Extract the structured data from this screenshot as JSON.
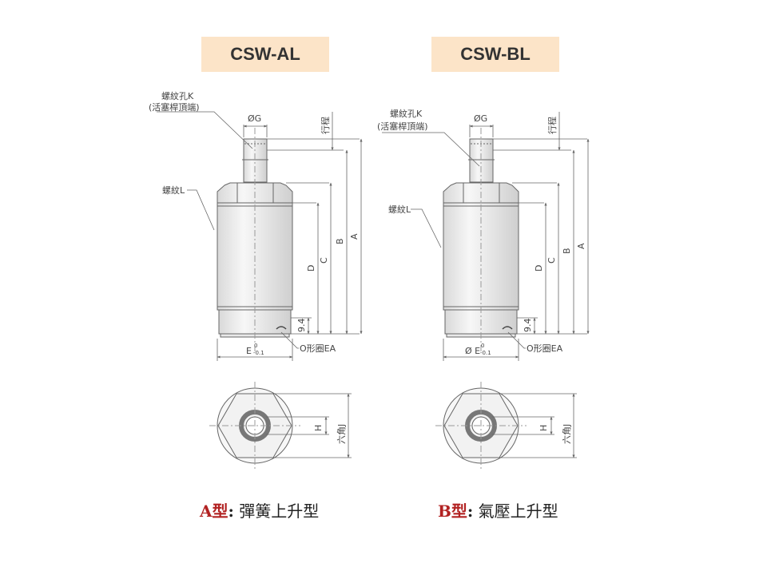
{
  "model_a": {
    "title": "CSW-AL",
    "labels": {
      "thread_hole_k": "螺紋孔K",
      "piston_rod_top": "(活塞桿頂端)",
      "dia_g": "ØG",
      "stroke": "行程",
      "thread_l": "螺紋L",
      "dim_a": "A",
      "dim_b": "B",
      "dim_c": "C",
      "dim_d": "D",
      "dim_94": "9.4",
      "dim_e": "E",
      "tol_upper": "0",
      "tol_lower": "-0.1",
      "o_ring": "O形圈EA",
      "dim_h": "H",
      "hex_j": "六角J"
    },
    "caption": {
      "code": "A型",
      "sep": ":",
      "text": " 彈簧上升型"
    }
  },
  "model_b": {
    "title": "CSW-BL",
    "labels": {
      "thread_hole_k": "螺紋孔K",
      "piston_rod_top": "(活塞桿頂端)",
      "dia_g": "ØG",
      "stroke": "行程",
      "thread_l": "螺紋L",
      "dim_a": "A",
      "dim_b": "B",
      "dim_c": "C",
      "dim_d": "D",
      "dim_94": "9.4",
      "dim_e": "Ø E",
      "tol_upper": "0",
      "tol_lower": "-0.1",
      "o_ring": "O形圈EA",
      "dim_h": "H",
      "hex_j": "六角J"
    },
    "caption": {
      "code": "B型",
      "sep": ":",
      "text": " 氣壓上升型"
    }
  },
  "colors": {
    "title_bg": "#fce4c8",
    "code_red": "#b22222",
    "line": "#666666",
    "ring": "#777777"
  }
}
